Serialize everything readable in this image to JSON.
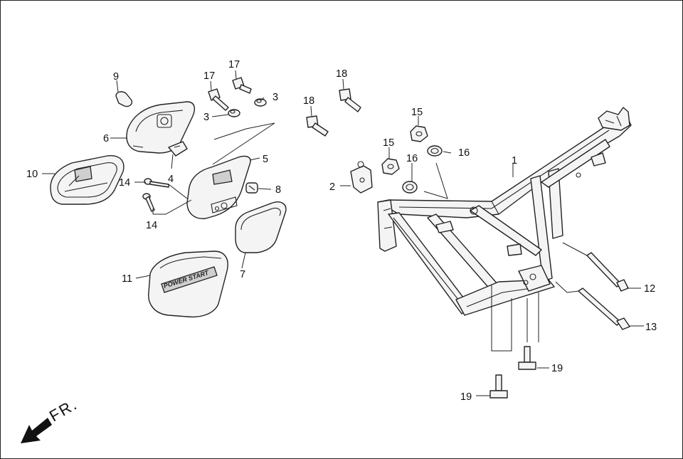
{
  "diagram": {
    "direction_label": "FR.",
    "decal_text": "POWER START",
    "callouts": [
      {
        "id": "c1",
        "text": "1"
      },
      {
        "id": "c2",
        "text": "2"
      },
      {
        "id": "c3a",
        "text": "3"
      },
      {
        "id": "c3b",
        "text": "3"
      },
      {
        "id": "c4",
        "text": "4"
      },
      {
        "id": "c5",
        "text": "5"
      },
      {
        "id": "c6",
        "text": "6"
      },
      {
        "id": "c7",
        "text": "7"
      },
      {
        "id": "c8",
        "text": "8"
      },
      {
        "id": "c9",
        "text": "9"
      },
      {
        "id": "c10",
        "text": "10"
      },
      {
        "id": "c11",
        "text": "11"
      },
      {
        "id": "c12",
        "text": "12"
      },
      {
        "id": "c13",
        "text": "13"
      },
      {
        "id": "c14a",
        "text": "14"
      },
      {
        "id": "c14b",
        "text": "14"
      },
      {
        "id": "c15a",
        "text": "15"
      },
      {
        "id": "c15b",
        "text": "15"
      },
      {
        "id": "c16a",
        "text": "16"
      },
      {
        "id": "c16b",
        "text": "16"
      },
      {
        "id": "c17a",
        "text": "17"
      },
      {
        "id": "c17b",
        "text": "17"
      },
      {
        "id": "c18a",
        "text": "18"
      },
      {
        "id": "c18b",
        "text": "18"
      },
      {
        "id": "c19a",
        "text": "19"
      },
      {
        "id": "c19b",
        "text": "19"
      }
    ]
  }
}
